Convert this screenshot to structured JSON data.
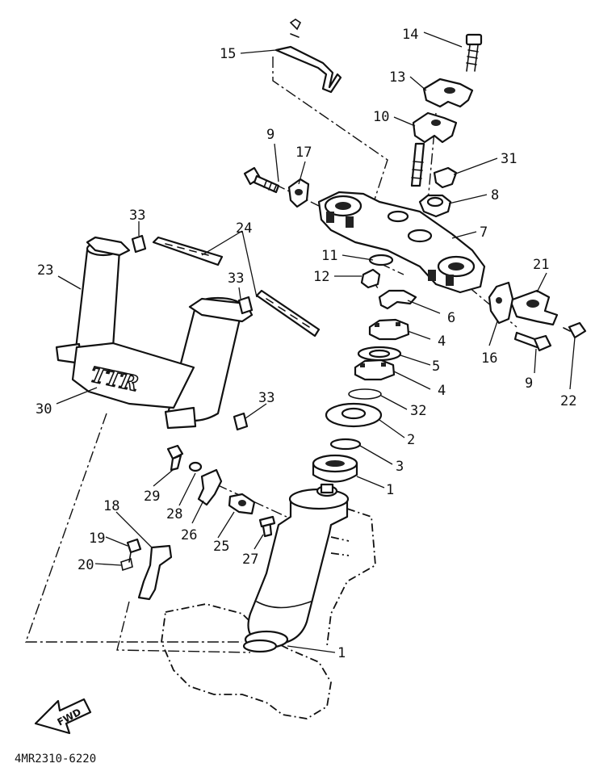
{
  "diagram": {
    "part_labels": [
      "1",
      "2",
      "3",
      "4",
      "5",
      "6",
      "7",
      "8",
      "9",
      "10",
      "11",
      "12",
      "13",
      "14",
      "15",
      "16",
      "17",
      "18",
      "19",
      "20",
      "21",
      "22",
      "23",
      "24",
      "25",
      "26",
      "27",
      "28",
      "29",
      "30",
      "31",
      "32",
      "33"
    ],
    "drawing_code": "4MR2310-6220",
    "fwd_arrow_text": "FWD",
    "logo_text": "TTR"
  }
}
